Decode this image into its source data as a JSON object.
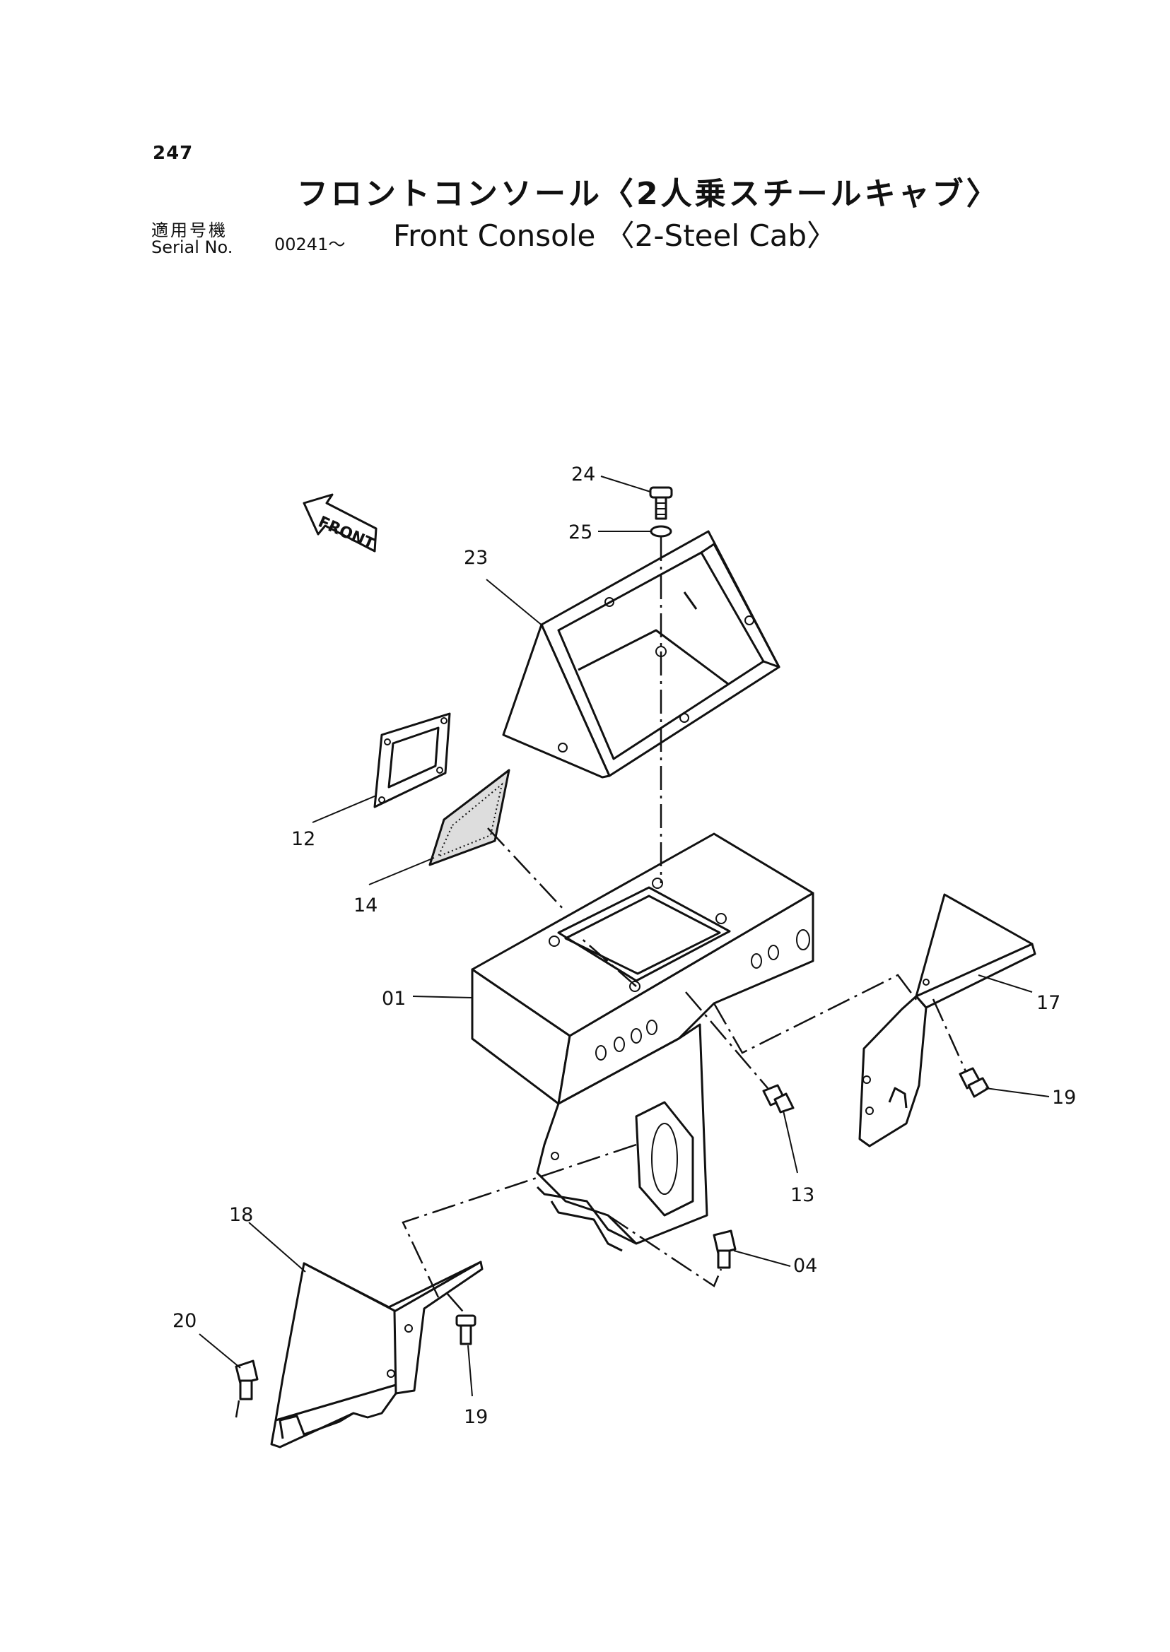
{
  "header": {
    "page_number": "247",
    "title_jp": "フロントコンソール〈2人乗スチールキャブ〉",
    "serial_label_jp": "適用号機",
    "serial_label_en": "Serial No.",
    "serial_value": "00241～",
    "title_en": "Front Console 〈2-Steel Cab〉"
  },
  "diagram": {
    "front_marker": "FRONT",
    "callouts": [
      {
        "id": "c24",
        "label": "24"
      },
      {
        "id": "c25",
        "label": "25"
      },
      {
        "id": "c23",
        "label": "23"
      },
      {
        "id": "c12",
        "label": "12"
      },
      {
        "id": "c14",
        "label": "14"
      },
      {
        "id": "c01",
        "label": "01"
      },
      {
        "id": "c17",
        "label": "17"
      },
      {
        "id": "c19a",
        "label": "19"
      },
      {
        "id": "c13",
        "label": "13"
      },
      {
        "id": "c18",
        "label": "18"
      },
      {
        "id": "c04",
        "label": "04"
      },
      {
        "id": "c20",
        "label": "20"
      },
      {
        "id": "c19b",
        "label": "19"
      }
    ]
  }
}
